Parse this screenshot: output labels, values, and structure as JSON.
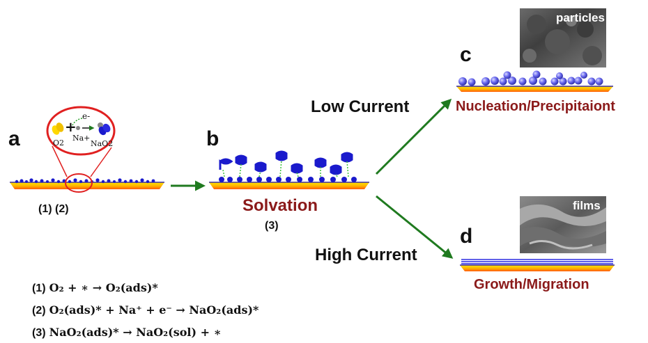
{
  "panels": {
    "a": "a",
    "b": "b",
    "c": "c",
    "d": "d"
  },
  "conditions": {
    "low": "Low Current",
    "high": "High Current"
  },
  "processes": {
    "solvation": "Solvation",
    "nucleation": "Nucleation/Precipitaiont",
    "growth": "Growth/Migration"
  },
  "steps": {
    "a_steps": "(1) (2)",
    "b_step": "(3)"
  },
  "inset": {
    "o2": "O2",
    "plus": "+",
    "electron": "e-",
    "na": "Na+",
    "nao2": "NaO2"
  },
  "sem_images": {
    "particles": "particles",
    "films": "films"
  },
  "equations": [
    {
      "num": "(1)",
      "text": "O₂ + ∗ → O₂(ads)*"
    },
    {
      "num": "(2)",
      "text": "O₂(ads)* + Na⁺ + e⁻ → NaO₂(ads)*"
    },
    {
      "num": "(3)",
      "text": "NaO₂(ads)* → NaO₂(sol) + ∗"
    }
  ],
  "colors": {
    "electrode_top": "#ffd800",
    "electrode_bottom": "#ff6a00",
    "arrow": "#1f7a1f",
    "process_text": "#8b1a1a",
    "molecule_blue": "#1a1acc",
    "particle_blue": "#6a6aee",
    "inset_ring": "#e02020"
  }
}
